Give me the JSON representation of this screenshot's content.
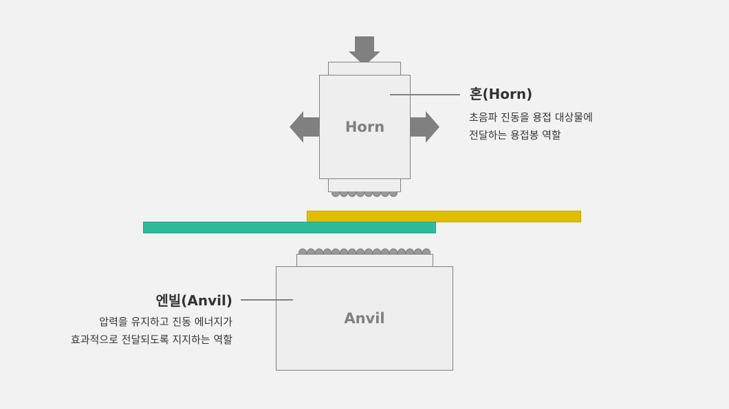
{
  "horn": {
    "label": "Horn",
    "title": "혼(Horn)",
    "desc_lines": [
      "초음파 진동을 용접 대상물에",
      "전달하는 용접봉 역할"
    ],
    "bump_count": 8
  },
  "anvil": {
    "label": "Anvil",
    "title": "엔빌(Anvil)",
    "desc_lines": [
      "압력을 유지하고 진동 에너지가",
      "효과적으로 전달되도록 지지하는 역할"
    ],
    "bump_count": 16
  },
  "colors": {
    "upper_sheet": "#dfbe00",
    "lower_sheet": "#2dbb9c",
    "arrow": "#808080"
  }
}
